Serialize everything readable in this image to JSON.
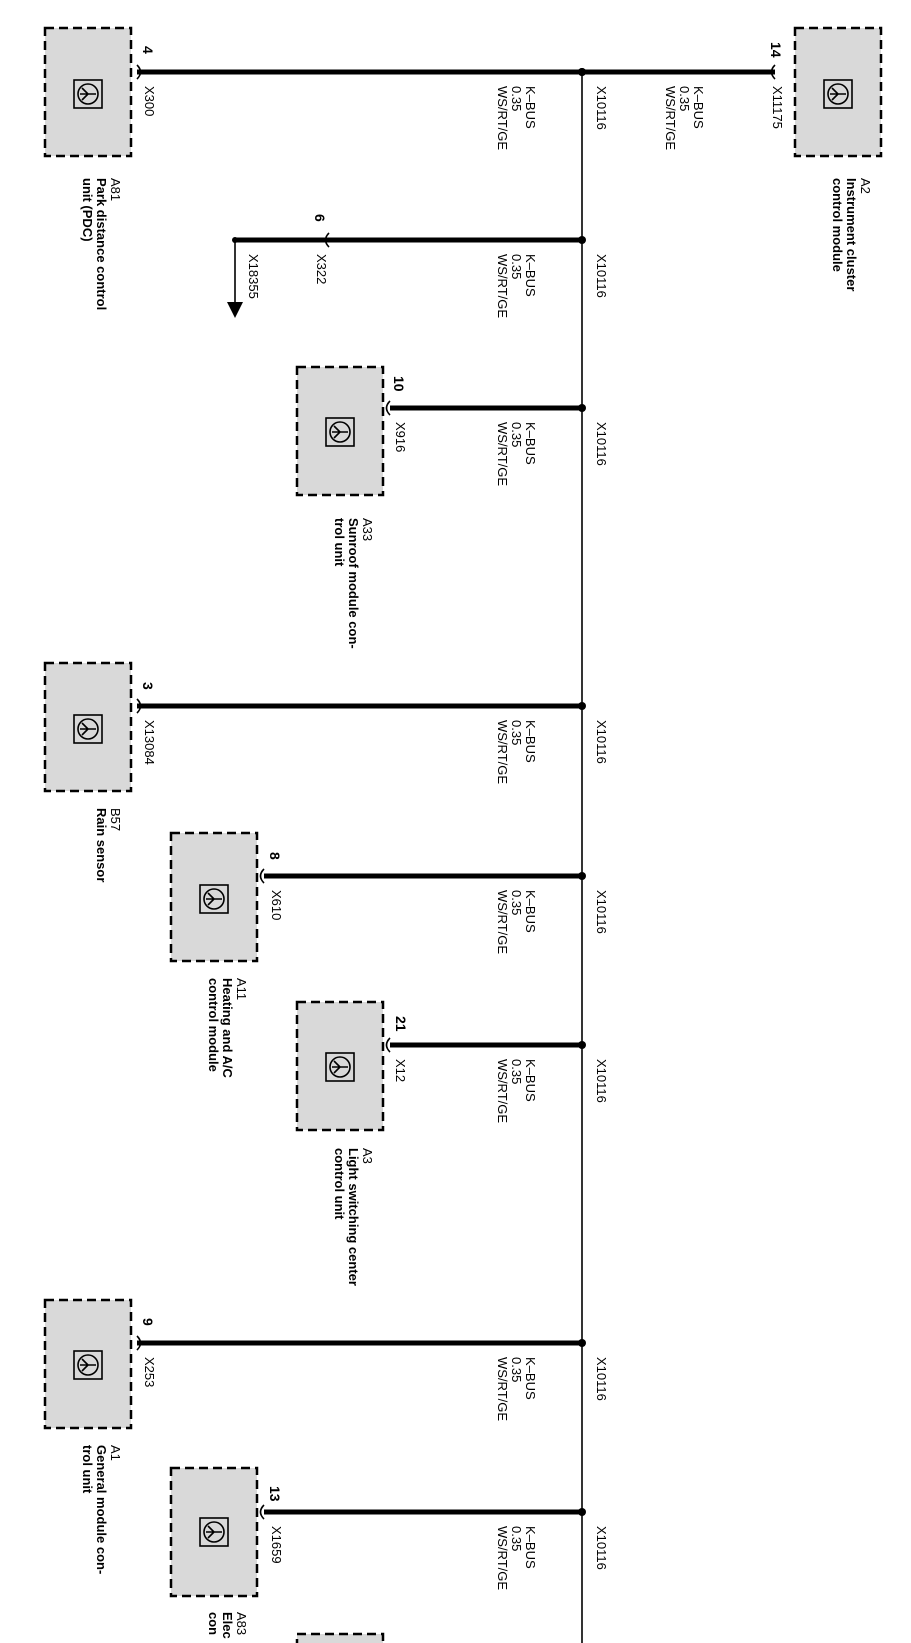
{
  "bus_connector": "X10116",
  "wire": {
    "name": "K–BUS",
    "gauge": "0.35",
    "color": "WS/RT/GE"
  },
  "modules": [
    {
      "id": "A2",
      "desc": [
        "Instrument cluster",
        "control module"
      ],
      "connector": "X11175",
      "pin": "14"
    },
    {
      "id": "A81",
      "desc": [
        "Park distance control",
        "unit (PDC)"
      ],
      "connector": "X300",
      "pin": "4"
    },
    {
      "id": "",
      "desc": [],
      "connector": "X322",
      "pin": "6",
      "continuation": "X18355"
    },
    {
      "id": "A33",
      "desc": [
        "Sunroof module con-",
        "trol unit"
      ],
      "connector": "X916",
      "pin": "10"
    },
    {
      "id": "B57",
      "desc": [
        "Rain sensor"
      ],
      "connector": "X13084",
      "pin": "3"
    },
    {
      "id": "A11",
      "desc": [
        "Heating and A/C",
        "control module"
      ],
      "connector": "X610",
      "pin": "8"
    },
    {
      "id": "A3",
      "desc": [
        "Light switching center",
        "control unit"
      ],
      "connector": "X12",
      "pin": "21"
    },
    {
      "id": "A1",
      "desc": [
        "General module con-",
        "trol unit"
      ],
      "connector": "X253",
      "pin": "9"
    },
    {
      "id": "A83",
      "desc": [
        "Elec",
        "con"
      ],
      "connector": "X1659",
      "pin": "13"
    }
  ]
}
